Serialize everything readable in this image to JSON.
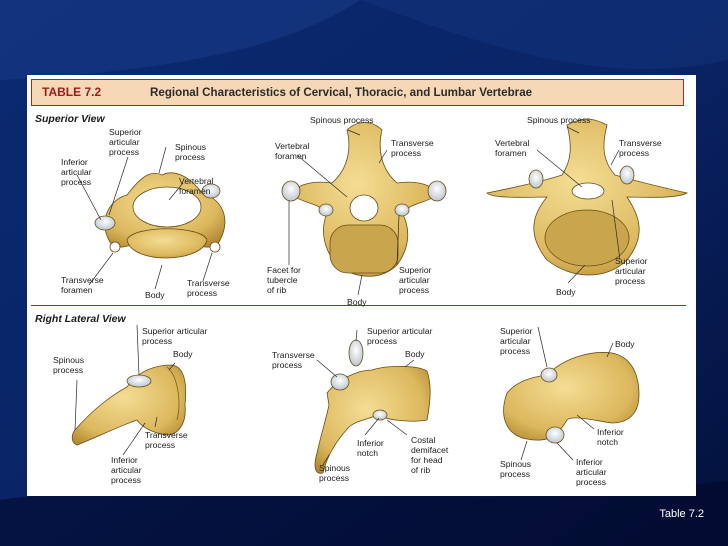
{
  "slide": {
    "caption": "Table 7.2",
    "colors": {
      "background": "#061a52",
      "accent_band": "#1d3f86",
      "bone": "#e6c66f",
      "header_fill": "#f6d8b6",
      "header_text": "#9b1b1b"
    }
  },
  "table": {
    "number": "TABLE 7.2",
    "title": "Regional Characteristics of Cervical, Thoracic, and Lumbar Vertebrae",
    "superior_view": {
      "heading": "Superior View",
      "cervical": {
        "superior_articular_process": "Superior\narticular\nprocess",
        "spinous_process": "Spinous\nprocess",
        "inferior_articular_process": "Inferior\narticular\nprocess",
        "vertebral_foramen": "Vertebral\nforamen",
        "transverse_foramen": "Transverse\nforamen",
        "body": "Body",
        "transverse_process": "Transverse\nprocess"
      },
      "thoracic": {
        "spinous_process": "Spinous process",
        "vertebral_foramen": "Vertebral\nforamen",
        "transverse_process": "Transverse\nprocess",
        "facet_for_tubercle": "Facet for\ntubercle\nof rib",
        "superior_articular_process": "Superior\narticular\nprocess",
        "body": "Body"
      },
      "lumbar": {
        "spinous_process": "Spinous process",
        "vertebral_foramen": "Vertebral\nforamen",
        "transverse_process": "Transverse\nprocess",
        "superior_articular_process": "Superior\narticular\nprocess",
        "body": "Body"
      }
    },
    "right_lateral_view": {
      "heading": "Right Lateral View",
      "cervical": {
        "superior_articular_process": "Superior articular\nprocess",
        "spinous_process": "Spinous\nprocess",
        "body": "Body",
        "transverse_process": "Transverse\nprocess",
        "inferior_articular_process": "Inferior\narticular\nprocess"
      },
      "thoracic": {
        "superior_articular_process": "Superior articular\nprocess",
        "transverse_process": "Transverse\nprocess",
        "body": "Body",
        "inferior_notch": "Inferior\nnotch",
        "costal_demifacet": "Costal\ndemifacet\nfor head\nof rib",
        "spinous_process": "Spinous\nprocess"
      },
      "lumbar": {
        "superior_articular_process": "Superior\narticular\nprocess",
        "body": "Body",
        "inferior_notch": "Inferior\nnotch",
        "spinous_process": "Spinous\nprocess",
        "inferior_articular_process": "Inferior\narticular\nprocess"
      }
    }
  }
}
